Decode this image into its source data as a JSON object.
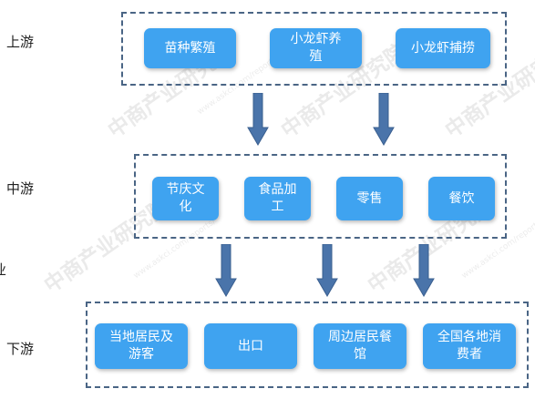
{
  "stages": [
    {
      "label": "上游",
      "nodes": [
        "苗种繁殖",
        "小龙虾养殖",
        "小龙虾捕捞"
      ]
    },
    {
      "label": "中游",
      "nodes": [
        "节庆文化",
        "食品加工",
        "零售",
        "餐饮"
      ]
    },
    {
      "label": "下游",
      "nodes": [
        "当地居民及游客",
        "出口",
        "周边居民餐馆",
        "全国各地消费者"
      ]
    }
  ],
  "edge_fragment": "业",
  "watermark": {
    "text": "中商产业研究院",
    "url": "www.askci.com/reports/"
  },
  "colors": {
    "node_fill": "#3fa3f0",
    "node_text": "#ffffff",
    "frame_border": "#4a6585",
    "arrow_fill": "#4a74aa",
    "arrow_stroke": "#3a5f8f"
  }
}
